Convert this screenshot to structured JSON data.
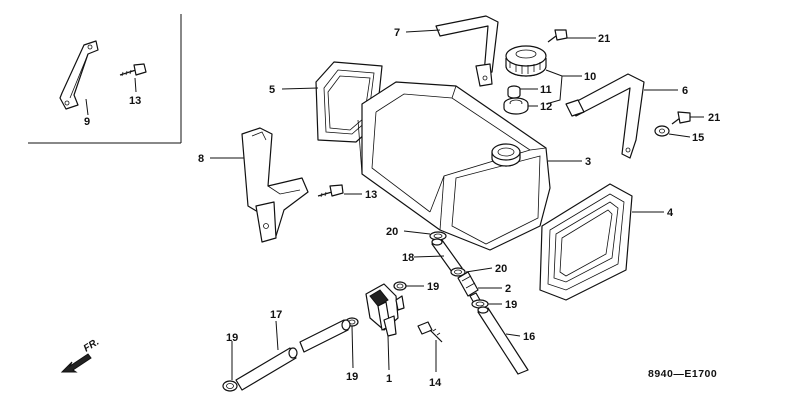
{
  "diagram": {
    "callouts": [
      {
        "id": "c9",
        "label": "9"
      },
      {
        "id": "c13a",
        "label": "13"
      },
      {
        "id": "c7",
        "label": "7"
      },
      {
        "id": "c21a",
        "label": "21"
      },
      {
        "id": "c5",
        "label": "5"
      },
      {
        "id": "c10",
        "label": "10"
      },
      {
        "id": "c11",
        "label": "11"
      },
      {
        "id": "c12",
        "label": "12"
      },
      {
        "id": "c6",
        "label": "6"
      },
      {
        "id": "c21b",
        "label": "21"
      },
      {
        "id": "c15",
        "label": "15"
      },
      {
        "id": "c8",
        "label": "8"
      },
      {
        "id": "c3",
        "label": "3"
      },
      {
        "id": "c13b",
        "label": "13"
      },
      {
        "id": "c4",
        "label": "4"
      },
      {
        "id": "c20a",
        "label": "20"
      },
      {
        "id": "c18",
        "label": "18"
      },
      {
        "id": "c20b",
        "label": "20"
      },
      {
        "id": "c2",
        "label": "2"
      },
      {
        "id": "c19a",
        "label": "19"
      },
      {
        "id": "c19b",
        "label": "19"
      },
      {
        "id": "c17",
        "label": "17"
      },
      {
        "id": "c16",
        "label": "16"
      },
      {
        "id": "c19c",
        "label": "19"
      },
      {
        "id": "c19d",
        "label": "19"
      },
      {
        "id": "c1",
        "label": "1"
      },
      {
        "id": "c14",
        "label": "14"
      }
    ],
    "front_marker": "FR.",
    "diagram_code": "8940—E1700"
  }
}
